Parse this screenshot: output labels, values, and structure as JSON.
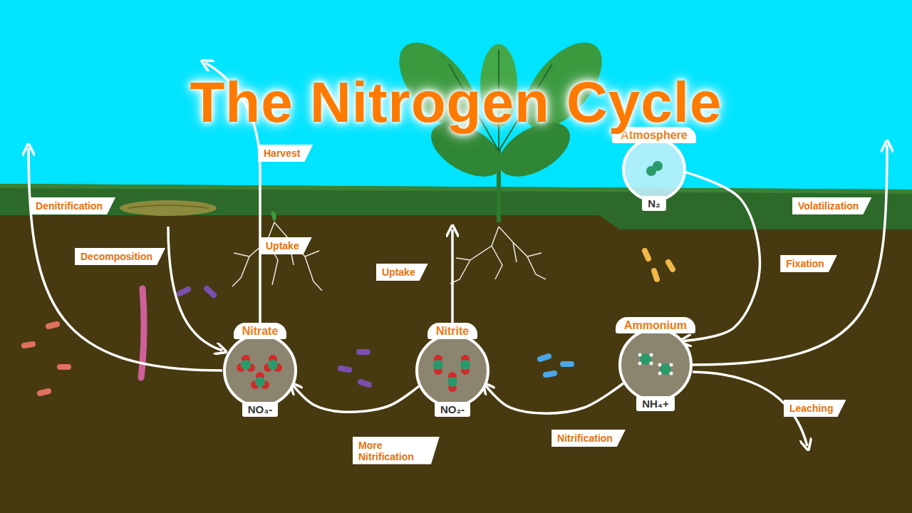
{
  "diagram": {
    "title": "The Nitrogen Cycle",
    "nodes": [
      {
        "text": [
          "Atmosphere",
          "N₂"
        ]
      },
      {
        "text": [
          "Ammonium",
          "NH₄+"
        ]
      },
      {
        "text": [
          "Nitrite",
          "NO₂-"
        ]
      },
      {
        "text": [
          "Nitrate",
          "NO₃-"
        ]
      }
    ],
    "edges": [
      {
        "from": 0,
        "to": 1,
        "arrow": "to",
        "label": "Fixation"
      },
      {
        "from": 1,
        "to": 2,
        "arrow": "to",
        "label": "Nitrification"
      },
      {
        "from": 2,
        "to": 3,
        "arrow": "to",
        "label": "More Nitrification"
      }
    ],
    "labels": [
      "Denitrification",
      "Decomposition",
      "Harvest",
      "Uptake",
      "Uptake",
      "Volatilization",
      "Leaching"
    ]
  }
}
